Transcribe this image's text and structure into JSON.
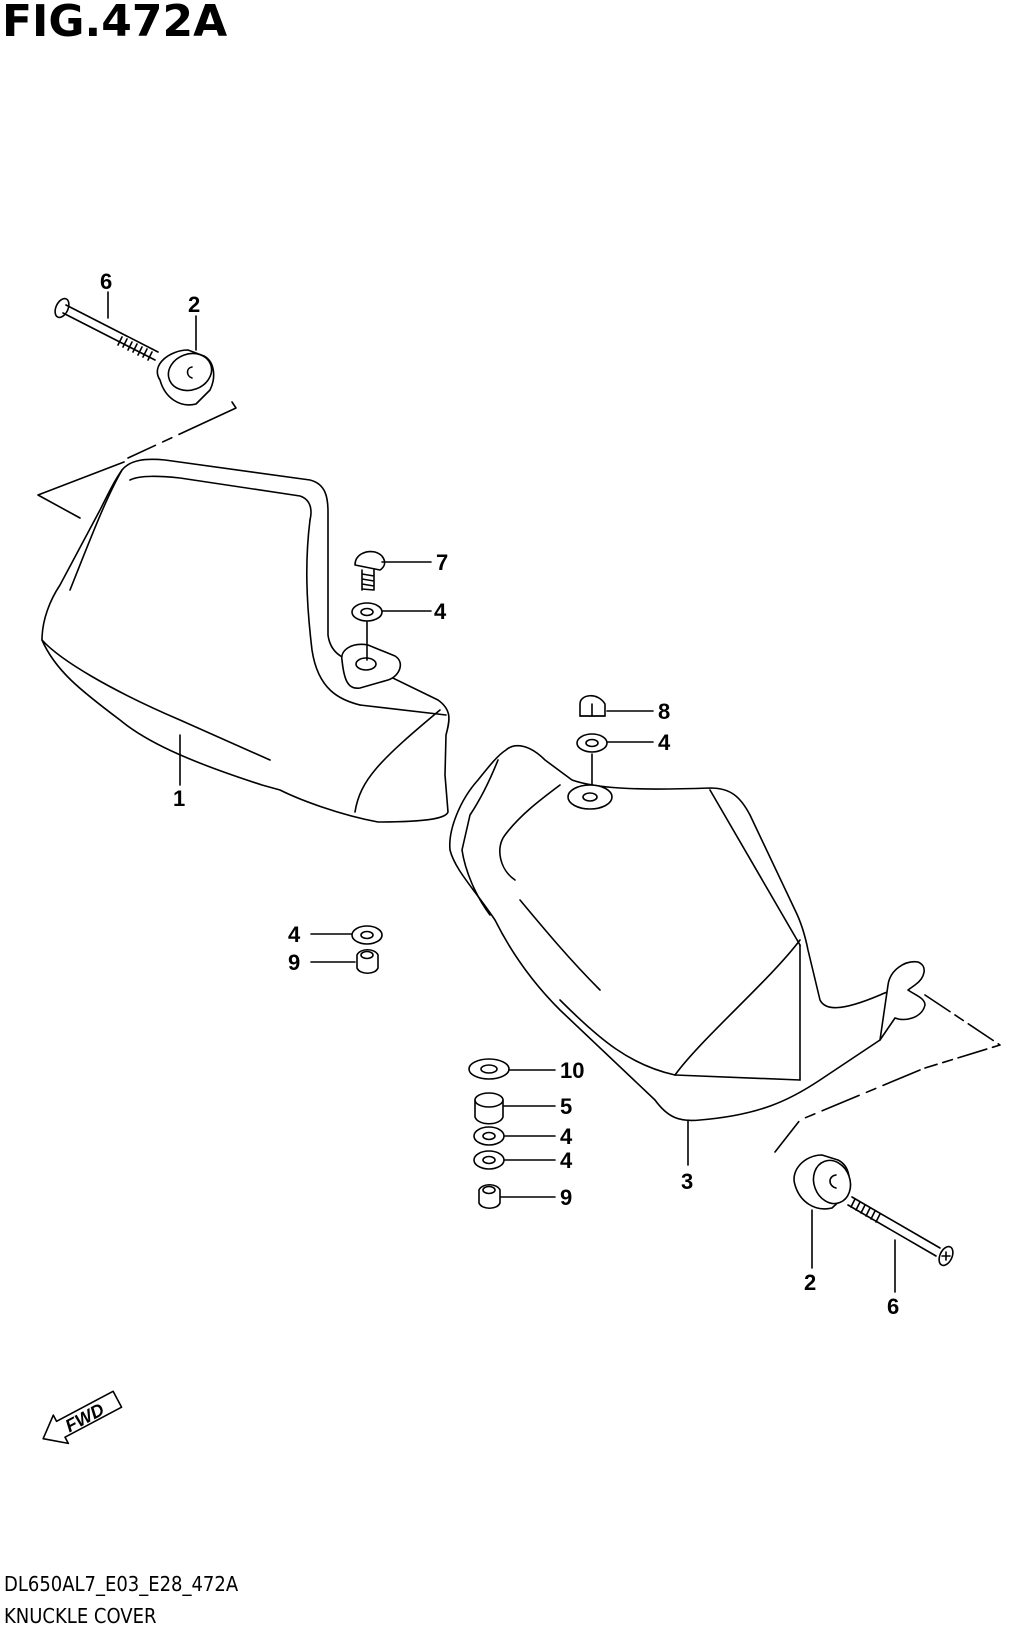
{
  "figure": {
    "title": "FIG.472A",
    "code": "DL650AL7_E03_E28_472A",
    "caption": "KNUCKLE COVER"
  },
  "callouts": [
    "6",
    "2",
    "7",
    "4",
    "1",
    "8",
    "4",
    "4",
    "9",
    "10",
    "5",
    "4",
    "4",
    "9",
    "3",
    "2",
    "6"
  ],
  "direction_arrow": {
    "label": "FWD",
    "icon": "fwd-arrow-icon"
  }
}
